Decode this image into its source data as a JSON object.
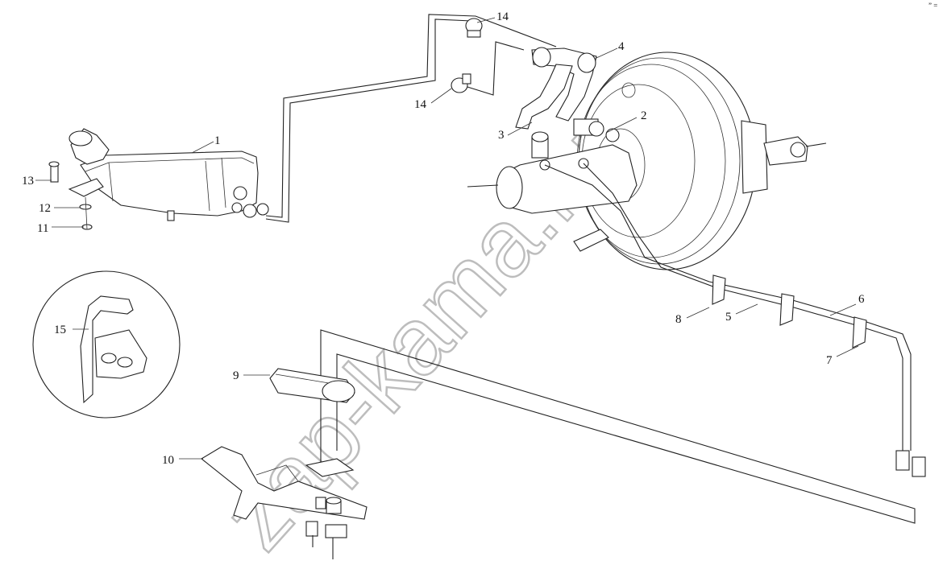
{
  "diagram": {
    "callouts": [
      {
        "id": "1",
        "text": "1"
      },
      {
        "id": "2",
        "text": "2"
      },
      {
        "id": "3",
        "text": "3"
      },
      {
        "id": "4",
        "text": "4"
      },
      {
        "id": "5",
        "text": "5"
      },
      {
        "id": "6",
        "text": "6"
      },
      {
        "id": "7",
        "text": "7"
      },
      {
        "id": "8",
        "text": "8"
      },
      {
        "id": "9",
        "text": "9"
      },
      {
        "id": "10",
        "text": "10"
      },
      {
        "id": "11",
        "text": "11"
      },
      {
        "id": "12",
        "text": "12"
      },
      {
        "id": "13",
        "text": "13"
      },
      {
        "id": "14a",
        "text": "14"
      },
      {
        "id": "14b",
        "text": "14"
      },
      {
        "id": "15",
        "text": "15"
      }
    ],
    "watermark": "zap-kama.ru",
    "corner_mark": "” ="
  }
}
